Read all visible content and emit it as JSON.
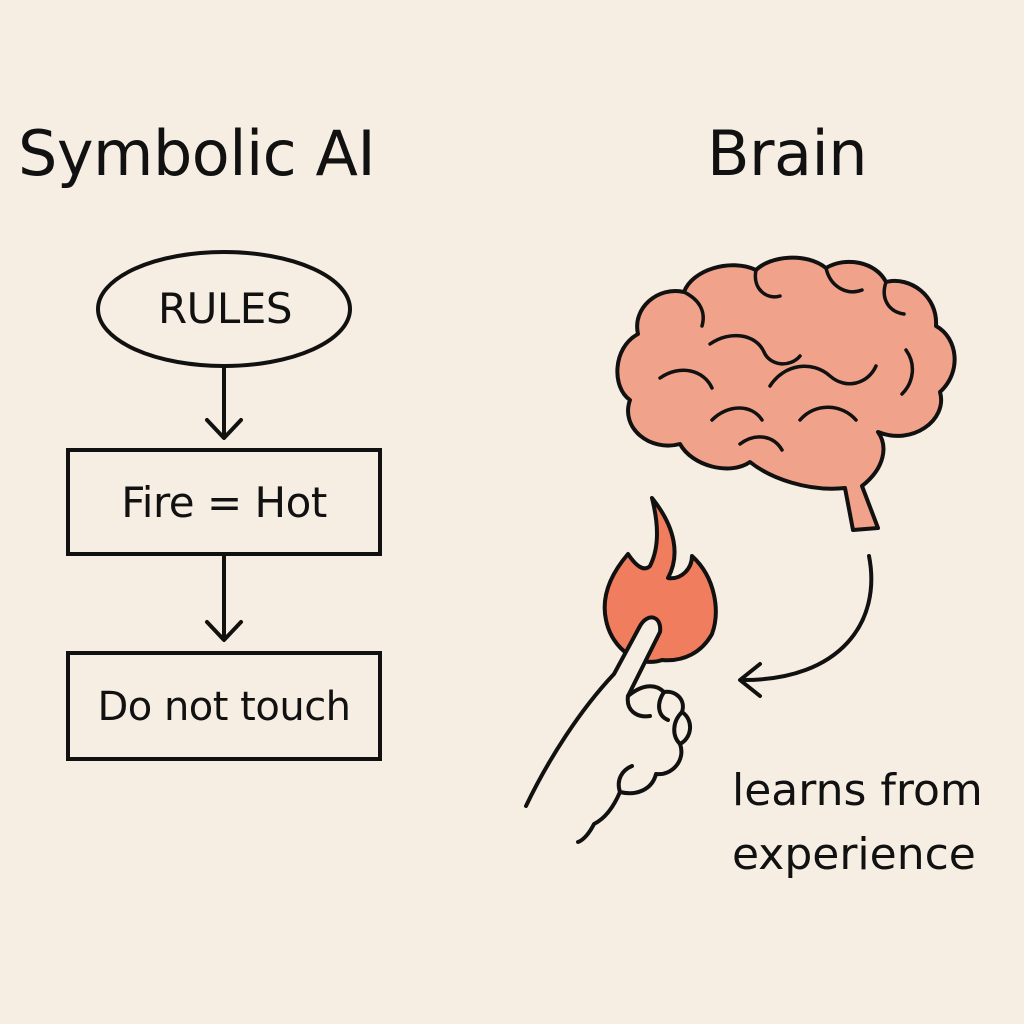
{
  "left_panel": {
    "title": "Symbolic AI",
    "nodes": {
      "rules": "RULES",
      "fact": "Fire = Hot",
      "action": "Do not touch"
    }
  },
  "right_panel": {
    "title": "Brain",
    "caption_line1": "learns from",
    "caption_line2": "experience"
  },
  "icons": {
    "brain": "brain-icon",
    "flame": "flame-icon",
    "hand": "pointing-hand-icon"
  },
  "colors": {
    "background": "#f6eee2",
    "brain_fill": "#f0a38a",
    "flame_fill": "#f07d5d",
    "ink": "#111111"
  }
}
